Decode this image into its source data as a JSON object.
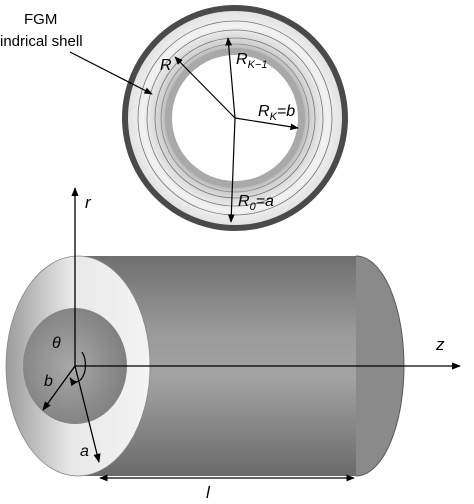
{
  "callout": {
    "line1": "FGM",
    "line2": "indrical shell"
  },
  "ring_labels": {
    "R": "R",
    "R_K_minus_1_base": "R",
    "R_K_minus_1_sub": "K−1",
    "R_K_base": "R",
    "R_K_sub": "K",
    "R_K_eq": "=b",
    "R_0_base": "R",
    "R_0_sub": "0",
    "R_0_eq": "=a"
  },
  "axes": {
    "r": "r",
    "z": "z",
    "theta": "θ",
    "b": "b",
    "a": "a",
    "length": "l"
  },
  "colors": {
    "outer_rim": "#4a4a4a",
    "cylinder_body": "#8c8c8c",
    "bore": "#9a9a9a",
    "background": "#ffffff"
  }
}
